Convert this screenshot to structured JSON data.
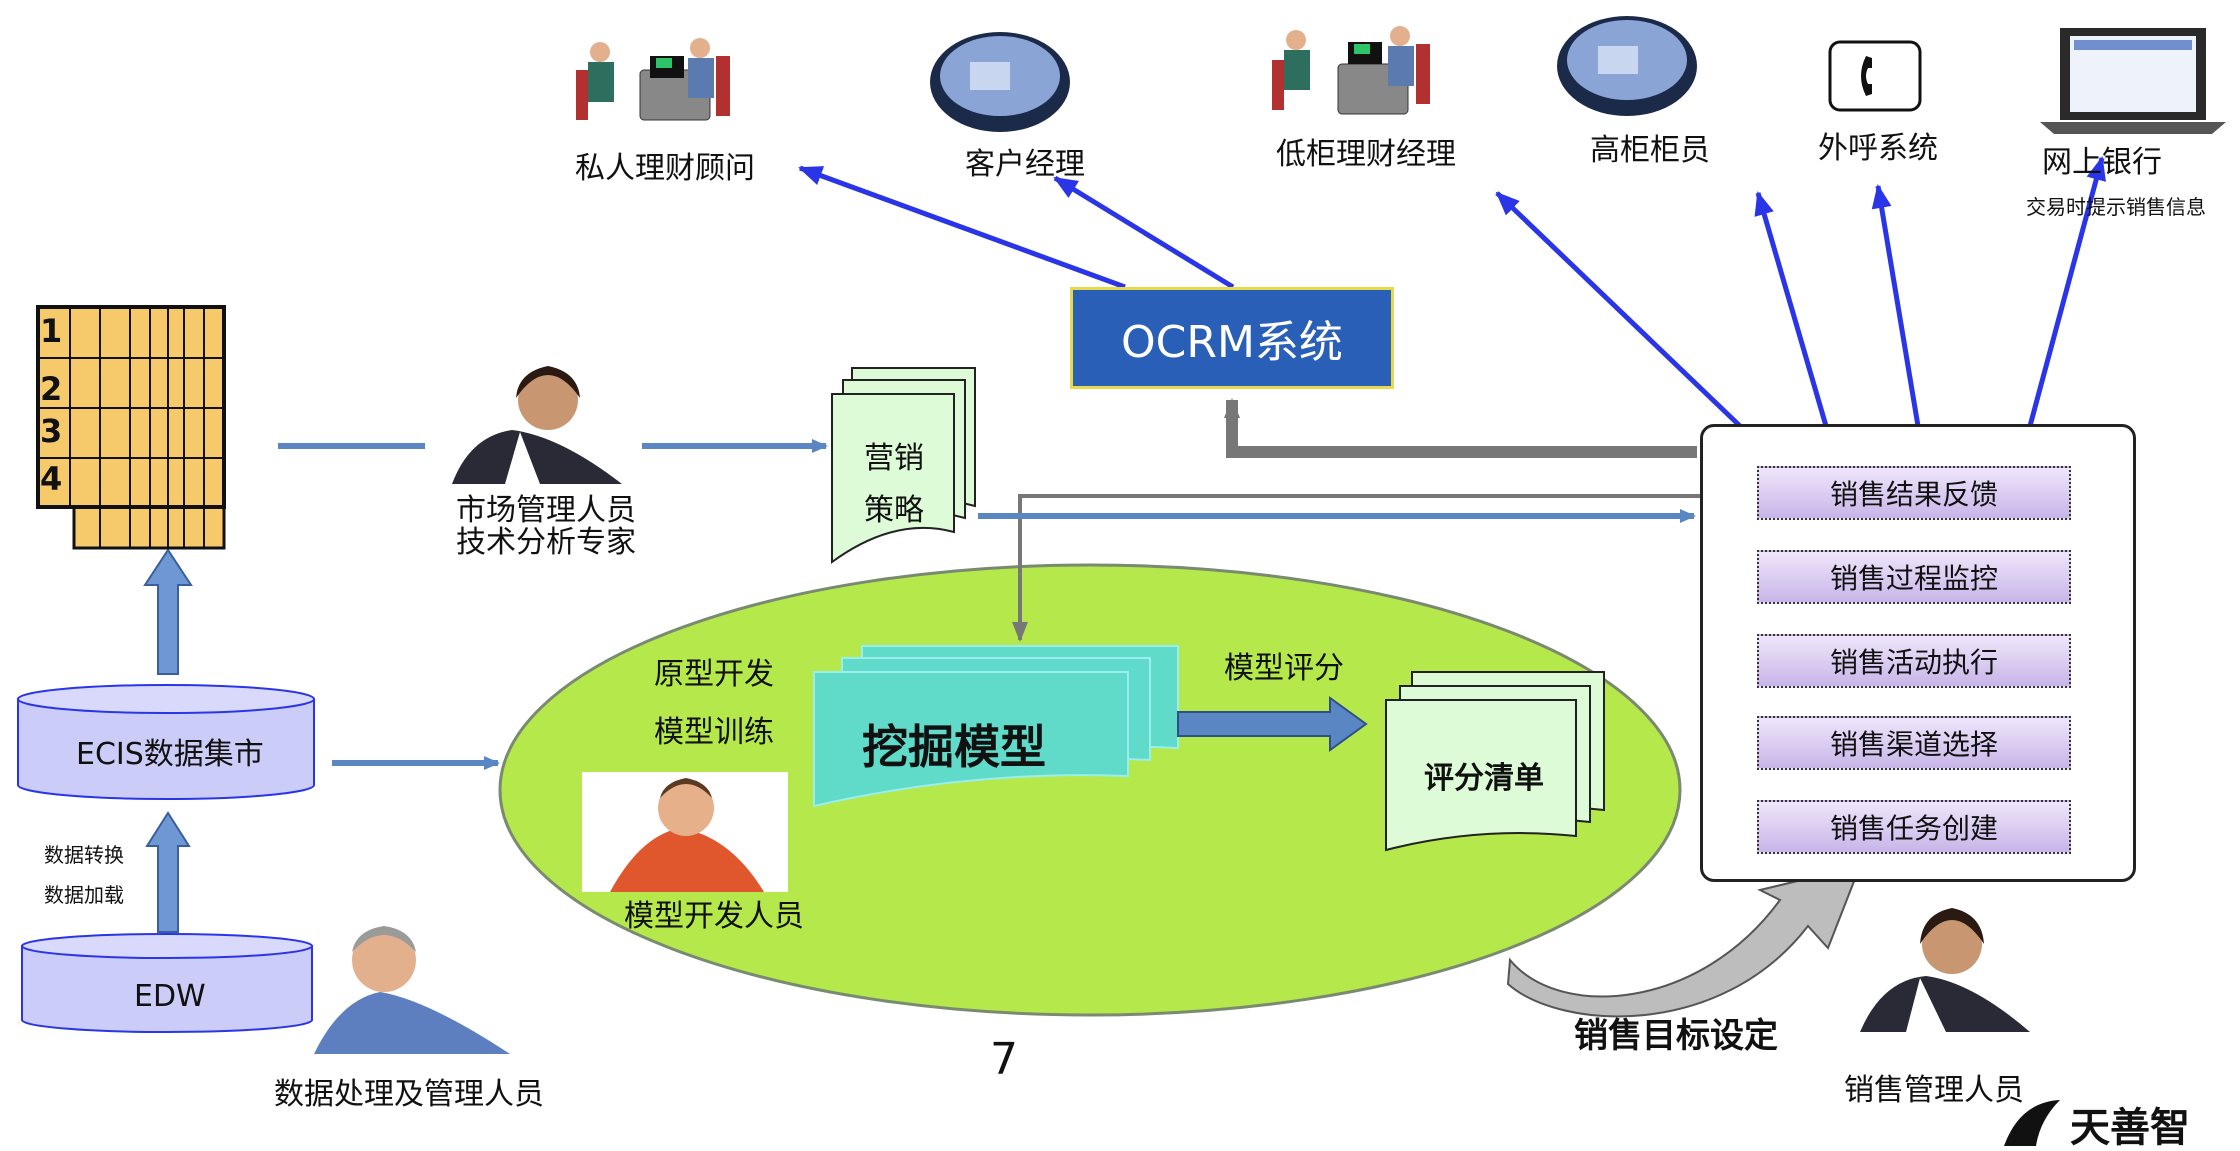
{
  "channels": [
    {
      "id": "private",
      "label": "私人理财顾问"
    },
    {
      "id": "account",
      "label": "客户经理"
    },
    {
      "id": "lowcounter",
      "label": "低柜理财经理"
    },
    {
      "id": "highcounter",
      "label": "高柜柜员"
    },
    {
      "id": "callout",
      "label": "外呼系统"
    },
    {
      "id": "online",
      "label": "网上银行",
      "note": "交易时提示销售信息"
    }
  ],
  "ocrm": {
    "label": "OCRM系统"
  },
  "report": {
    "row_labels": [
      "1",
      "2",
      "3",
      "4"
    ]
  },
  "market_person": {
    "line1": "市场管理人员",
    "line2": "技术分析专家"
  },
  "strategy": {
    "line1": "营销",
    "line2": "策略"
  },
  "ecis": {
    "label": "ECIS数据集市"
  },
  "edw": {
    "label": "EDW"
  },
  "transform": {
    "line1": "数据转换",
    "line2": "数据加载"
  },
  "data_person": {
    "label": "数据处理及管理人员"
  },
  "model_area": {
    "proto": "原型开发",
    "train": "模型训练",
    "mining": "挖掘模型",
    "score_arrow": "模型评分",
    "score_list": "评分清单",
    "developer": "模型开发人员"
  },
  "sales_panel": {
    "items": [
      "销售结果反馈",
      "销售过程监控",
      "销售活动执行",
      "销售渠道选择",
      "销售任务创建"
    ]
  },
  "sales_target": {
    "label": "销售目标设定"
  },
  "sales_manager": {
    "label": "销售管理人员"
  },
  "page_number": "7",
  "logo": {
    "text": "天善智"
  },
  "colors": {
    "ellipse": "#b5e84a",
    "ocrm": "#2a5fb8",
    "blue_arrow": "#2b35e8",
    "cylinder": "#ccccf8",
    "report": "#f6c96a"
  }
}
